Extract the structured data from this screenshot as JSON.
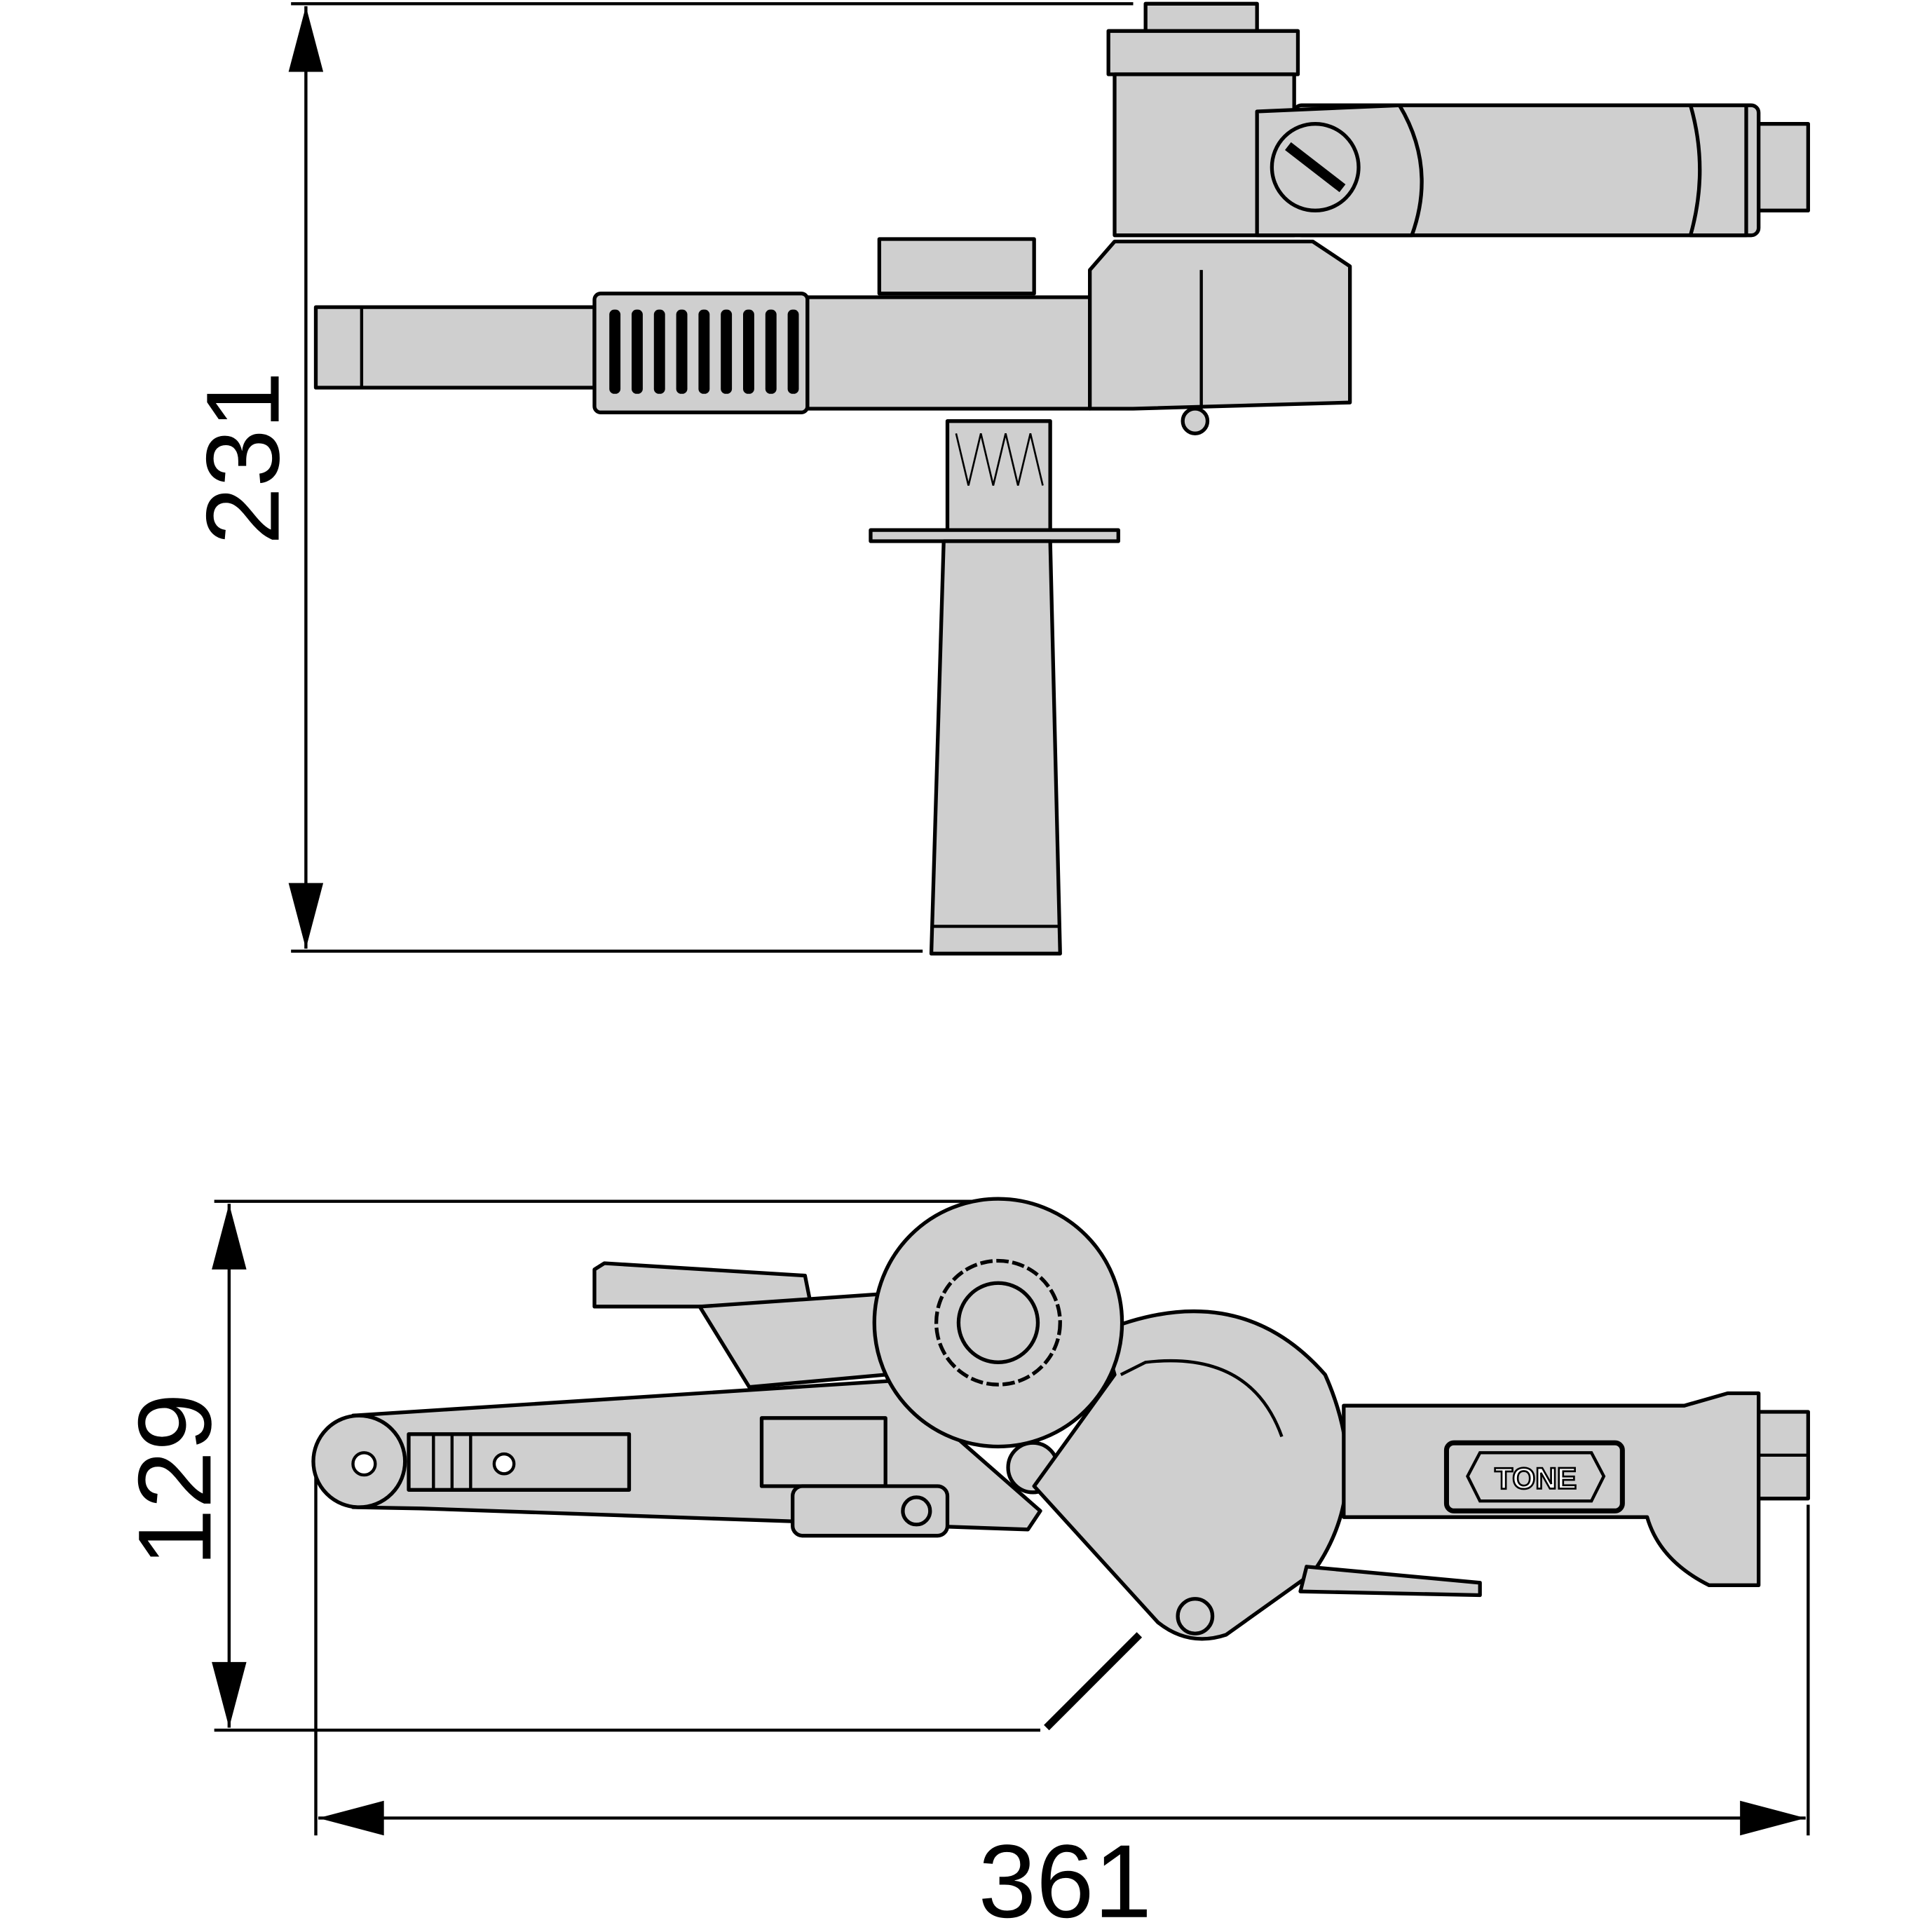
{
  "dimensions": {
    "height_top_view": "231",
    "height_side_view": "129",
    "overall_length": "361"
  },
  "logo": {
    "brand": "TONE"
  },
  "colors": {
    "part_fill": "#cfcfcf",
    "line": "#000000"
  }
}
